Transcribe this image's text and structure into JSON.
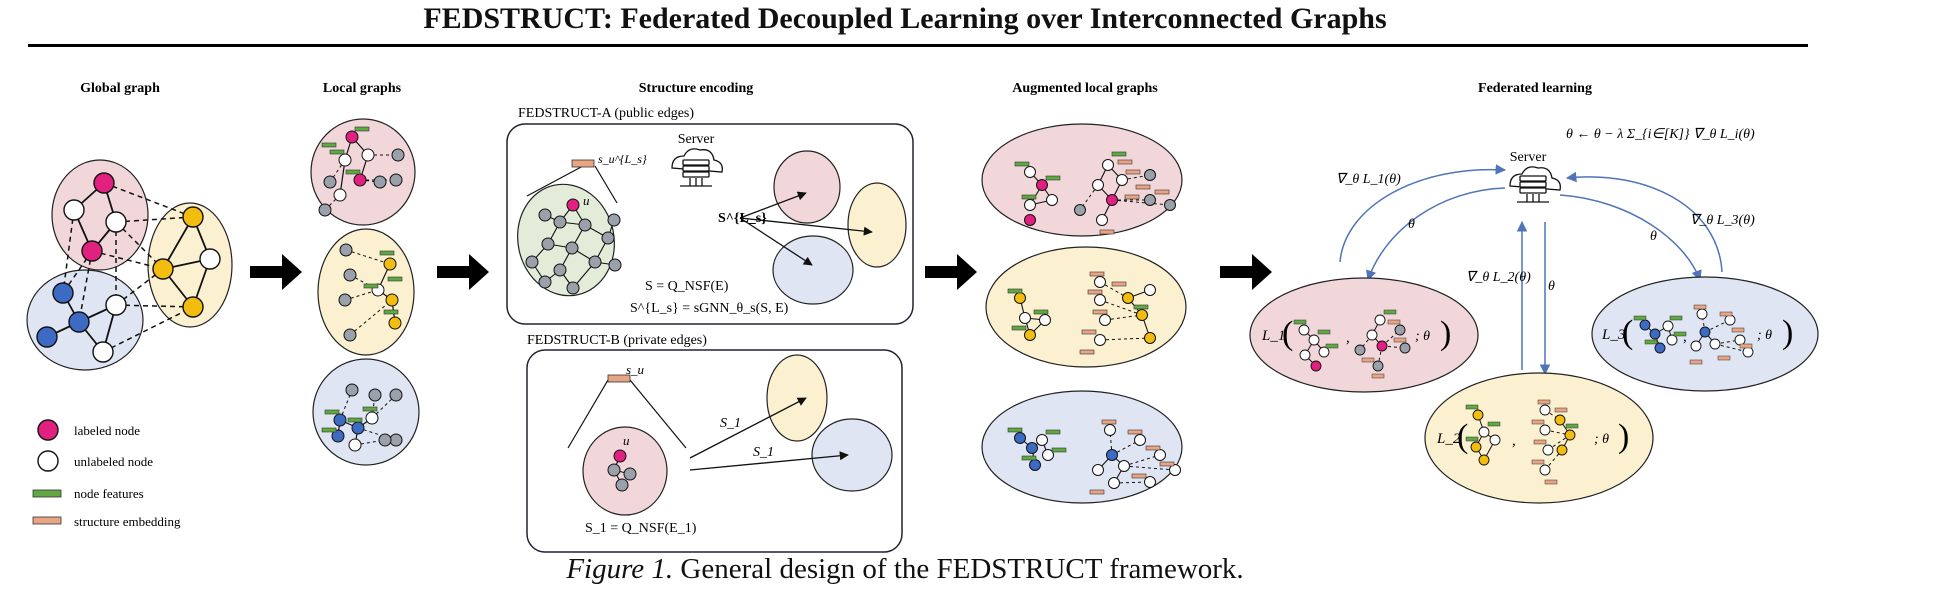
{
  "header": {
    "title": "FEDSTRUCT: Federated Decoupled Learning over Interconnected Graphs"
  },
  "panels": {
    "global_graph": "Global graph",
    "local_graphs": "Local graphs",
    "structure_encoding": "Structure encoding",
    "augmented_local_graphs": "Augmented local graphs",
    "federated_learning": "Federated learning"
  },
  "legend": {
    "labeled_node": "labeled node",
    "unlabeled_node": "unlabeled node",
    "node_features": "node features",
    "structure_embedding": "structure embedding"
  },
  "structure_encoding": {
    "variant_a_title": "FEDSTRUCT-A (public edges)",
    "variant_b_title": "FEDSTRUCT-B (private edges)",
    "server_label": "Server",
    "node_u": "u",
    "embedding_su_Ls": "s_u^{L_s}",
    "matrix_S_Ls": "S^{L_s}",
    "eq_S": "S = Q_NSF(E)",
    "eq_S_Ls": "S^{L_s} = sGNN_θ_s(S, E)",
    "embedding_su": "s_u",
    "set_S1_a": "S_1",
    "set_S1_b": "S_1",
    "eq_S1": "S_1 = Q_NSF(E_1)"
  },
  "federated": {
    "server_label": "Server",
    "update_rule": "θ ← θ − λ Σ_{i∈[K]} ∇_θ L_i(θ)",
    "grad_L1": "∇_θ L_1(θ)",
    "grad_L2": "∇_θ L_2(θ)",
    "grad_L3": "∇_θ L_3(θ)",
    "theta_1": "θ",
    "theta_2": "θ",
    "theta_3": "θ",
    "loss_L1": "L_1",
    "loss_L2": "L_2",
    "loss_L3": "L_3",
    "comma": ",",
    "semicolon_theta": "; θ"
  },
  "caption": {
    "figure_label": "Figure 1.",
    "text_pre": "General design of the",
    "name": "FEDSTRUCT",
    "text_post": "framework."
  },
  "colors": {
    "pink_region": "#f2d7da",
    "yellow_region": "#fbf0cf",
    "blue_region": "#dfe5f3",
    "green_region": "#e3ecd9",
    "labeled_node": "#e0217f",
    "yellow_node": "#f2bd0f",
    "blue_node": "#3d6ac2",
    "gray_node": "#9aa1aa",
    "feature_bar": "#5fa843",
    "embedding_bar": "#e8a584",
    "arrow_blue": "#4f74b8"
  }
}
